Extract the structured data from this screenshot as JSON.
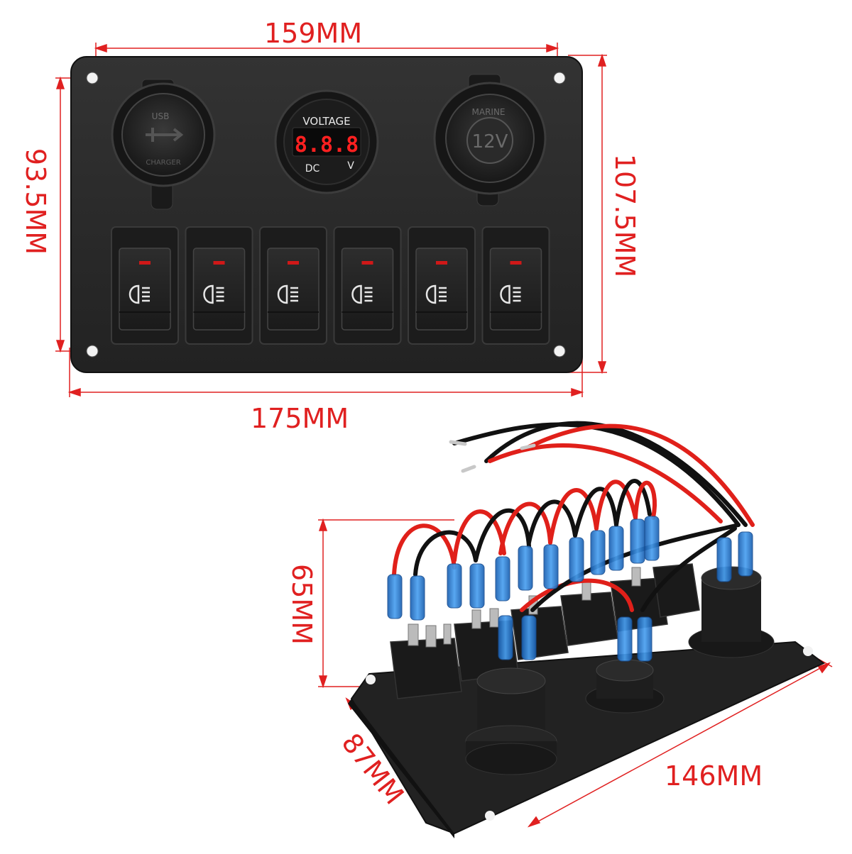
{
  "dimensions": {
    "top_width": "159MM",
    "bottom_width": "175MM",
    "left_height": "93.5MM",
    "right_height": "107.5MM",
    "side_height": "65MM",
    "side_depth": "87MM",
    "side_width": "146MM"
  },
  "front_panel": {
    "usb_socket": {
      "top_text": "USB",
      "bottom_text": "CHARGER"
    },
    "voltmeter": {
      "title": "VOLTAGE",
      "display": "8.8.8",
      "left_text": "DC",
      "right_text": "V"
    },
    "power_socket": {
      "top_text": "MARINE",
      "center_text": "12V"
    },
    "switch_count": 6
  },
  "colors": {
    "dimension_line": "#e02020",
    "panel": "#2a2a2a",
    "switch_led": "#d01818",
    "lcd_digits": "#ff2020",
    "wire_red": "#e0201a",
    "wire_black": "#111111",
    "terminal_blue": "#2a7fd8"
  }
}
